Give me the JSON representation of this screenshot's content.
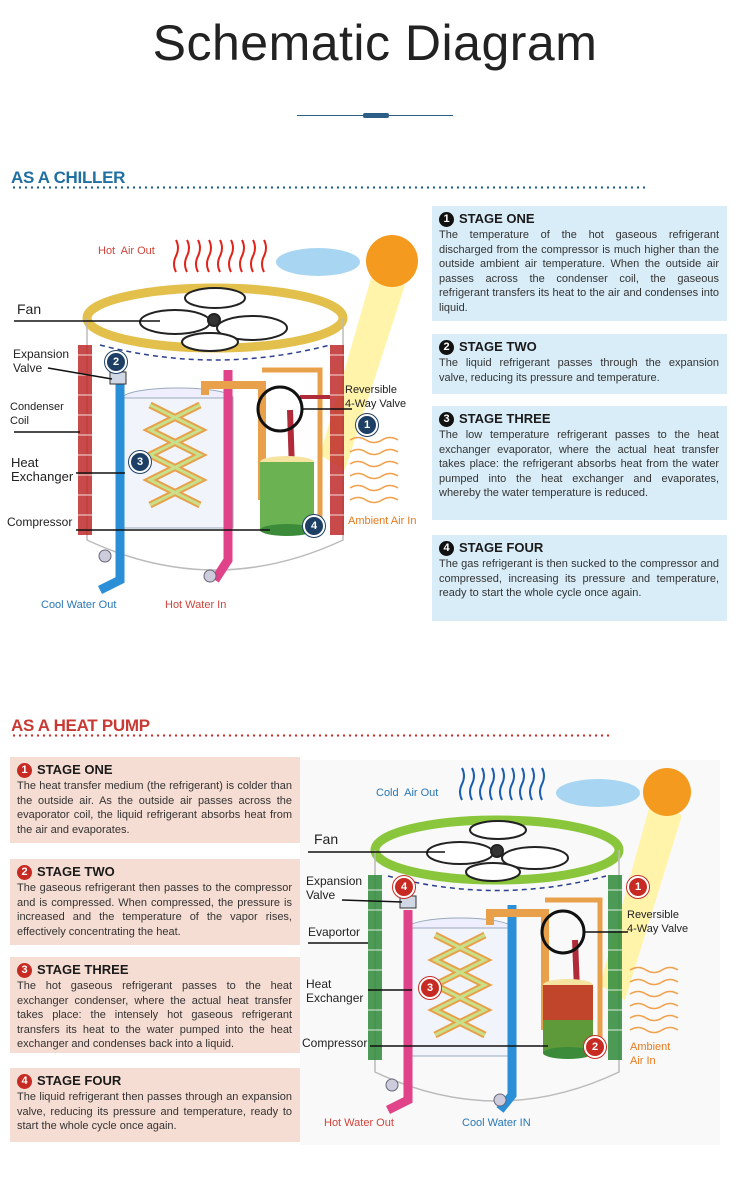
{
  "page_title": "Schematic Diagram",
  "chiller": {
    "heading": "AS A CHILLER",
    "stages": [
      {
        "num": "1",
        "title": "STAGE ONE",
        "body": "The temperature of the hot gaseous refrigerant discharged from the compressor is much higher than the outside ambient air temperature. When the outside air passes across the condenser coil, the gaseous refrigerant transfers its heat to the air and condenses into liquid."
      },
      {
        "num": "2",
        "title": "STAGE TWO",
        "body": "The liquid refrigerant passes through the expansion valve, reducing its pressure and temperature."
      },
      {
        "num": "3",
        "title": "STAGE THREE",
        "body": "The low temperature refrigerant passes to the heat exchanger evaporator, where the actual heat transfer takes place: the refrigerant absorbs heat from the water pumped into the heat exchanger and evaporates, whereby the water temperature is reduced."
      },
      {
        "num": "4",
        "title": "STAGE FOUR",
        "body": "The gas refrigerant is then sucked to the compressor and compressed, increasing its pressure and temperature, ready to start the whole cycle once again."
      }
    ],
    "labels": {
      "hot_air_out": "Hot  Air Out",
      "fan": "Fan",
      "expansion_valve": "Expansion\nValve",
      "condenser_coil": "Condenser\nCoil",
      "heat_exchanger": "Heat\nExchanger",
      "compressor": "Compressor",
      "reversible_valve": "Reversible\n4-Way Valve",
      "ambient_air_in": "Ambient Air In",
      "cool_water_out": "Cool Water Out",
      "hot_water_in": "Hot Water In"
    },
    "markers": [
      "1",
      "2",
      "3",
      "4"
    ]
  },
  "heat_pump": {
    "heading": "AS A HEAT PUMP",
    "stages": [
      {
        "num": "1",
        "title": "STAGE ONE",
        "body": "The heat transfer medium (the refrigerant) is colder than the outside air. As the outside air passes across the evaporator coil, the liquid refrigerant absorbs heat from the air and evaporates."
      },
      {
        "num": "2",
        "title": "STAGE TWO",
        "body": "The gaseous refrigerant then passes to the compressor and is compressed. When compressed, the pressure is increased and the temperature of the vapor rises, effectively concentrating the heat."
      },
      {
        "num": "3",
        "title": "STAGE THREE",
        "body": "The hot gaseous refrigerant passes to the heat exchanger condenser, where the actual heat transfer takes place: the intensely hot gaseous refrigerant transfers its heat to the water pumped into the heat exchanger and condenses back into a liquid."
      },
      {
        "num": "4",
        "title": "STAGE FOUR",
        "body": "The liquid refrigerant then passes through an expansion valve, reducing its pressure and temperature, ready to start the whole cycle once again."
      }
    ],
    "labels": {
      "cold_air_out": "Cold  Air Out",
      "fan": "Fan",
      "expansion_valve": "Expansion\nValve",
      "evaporator": "Evaportor",
      "heat_exchanger": "Heat\nExchanger",
      "compressor": "Compressor",
      "reversible_valve": "Reversible\n4-Way Valve",
      "ambient_air_in": "Ambient\nAir In",
      "hot_water_out": "Hot Water Out",
      "cool_water_in": "Cool Water IN"
    },
    "markers": [
      "1",
      "2",
      "3",
      "4"
    ]
  }
}
